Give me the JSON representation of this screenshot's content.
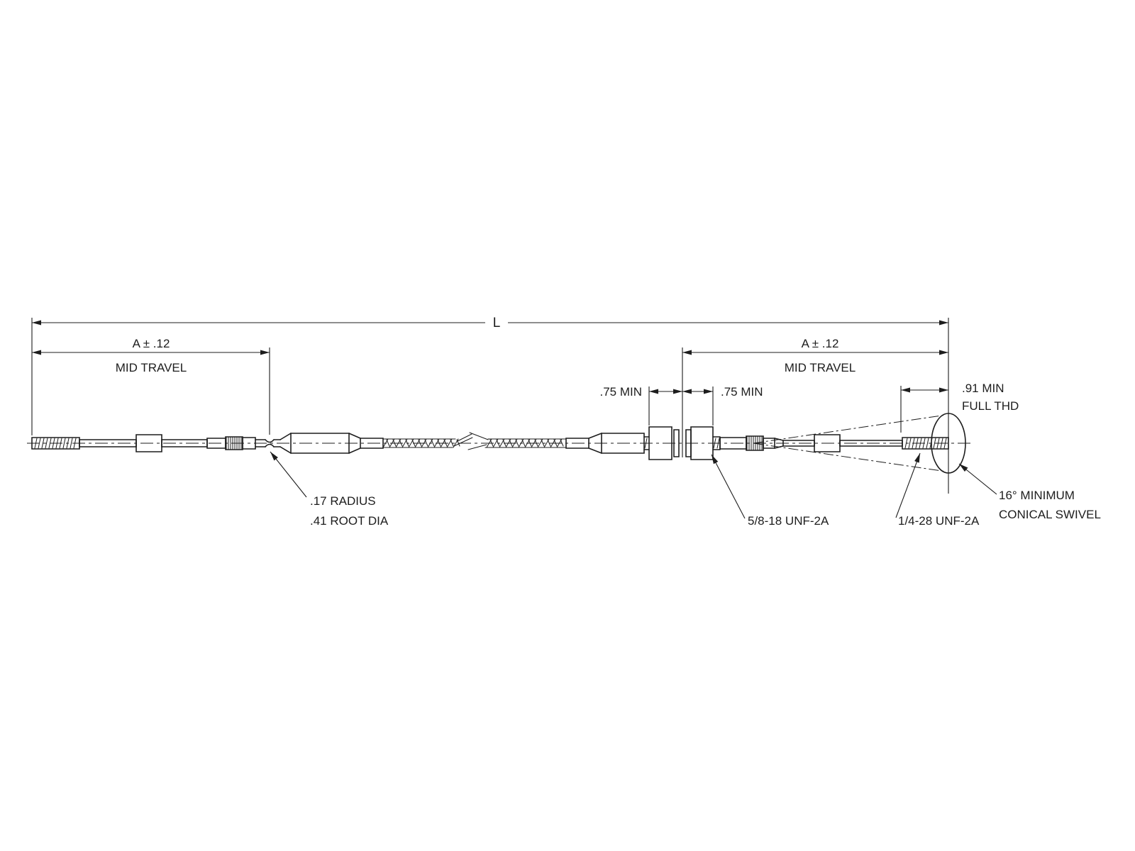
{
  "colors": {
    "line": "#1d1d1d",
    "background": "#ffffff"
  },
  "dimensions": {
    "overall_length": "L",
    "left_mid_travel": {
      "value": "A ± .12",
      "caption": "MID TRAVEL"
    },
    "right_mid_travel": {
      "value": "A ± .12",
      "caption": "MID TRAVEL"
    },
    "bulkhead_left": ".75 MIN",
    "bulkhead_right": ".75 MIN",
    "full_thread": {
      "value": ".91 MIN",
      "caption": "FULL THD"
    }
  },
  "callouts": {
    "groove": {
      "line1": ".17 RADIUS",
      "line2": ".41 ROOT DIA"
    },
    "bulkhead_thread": "5/8-18 UNF-2A",
    "rod_end_thread": "1/4-28 UNF-2A",
    "swivel": {
      "line1": "16° MINIMUM",
      "line2": "CONICAL SWIVEL"
    }
  }
}
